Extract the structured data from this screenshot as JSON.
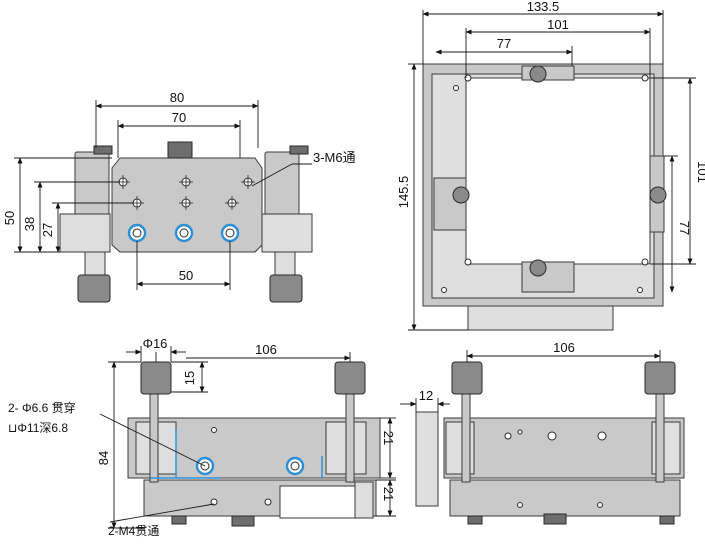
{
  "front_view": {
    "dims": {
      "width_outer": "80",
      "width_inner": "70",
      "height_total": "50",
      "height_mid": "38",
      "height_low": "27",
      "hole_spacing": "50"
    },
    "callout": "3-M6通"
  },
  "top_view": {
    "dims": {
      "width_total": "133.5",
      "width_plate": "101",
      "width_holes": "77",
      "height_total": "145.5",
      "height_plate": "101",
      "height_holes": "77"
    }
  },
  "side_view": {
    "dims": {
      "knob_diameter": "Φ16",
      "width": "106",
      "knob_height": "15",
      "height_total": "84",
      "mid_height": "21",
      "low_height": "21"
    },
    "callouts": {
      "through_hole": "2- Φ6.6 贯穿",
      "counterbore": "⊔Φ11深6.8",
      "tapped": "2-M4贯通"
    }
  },
  "end_view": {
    "dims": {
      "width": "106",
      "plate_thickness": "12"
    }
  }
}
